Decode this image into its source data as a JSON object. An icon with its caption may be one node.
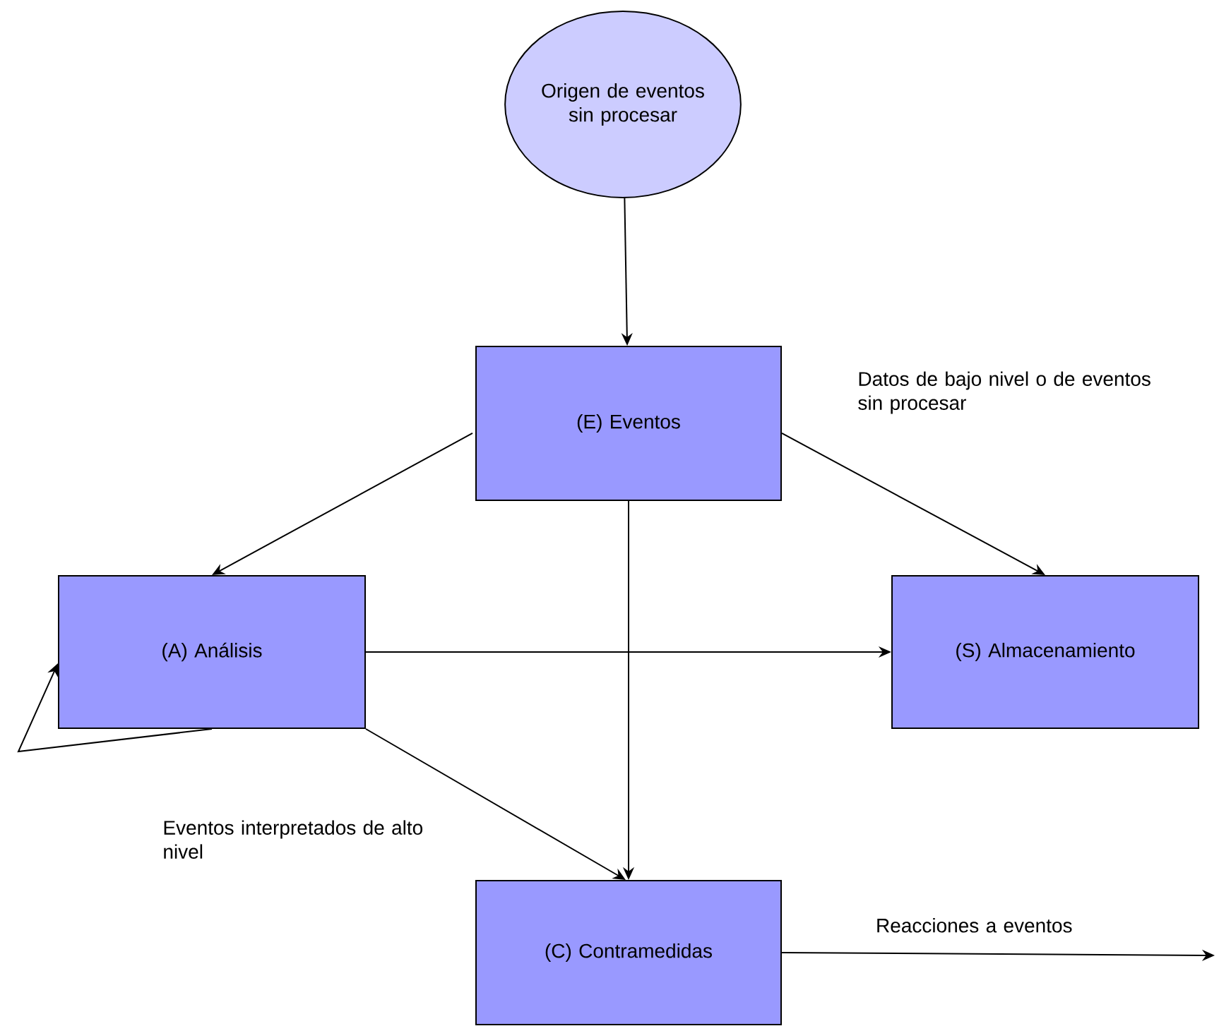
{
  "diagram": {
    "nodes": [
      {
        "text": [
          "Origen de eventos sin procesar"
        ]
      },
      {
        "text": [
          "(E) Eventos"
        ]
      },
      {
        "text": [
          "(A) Análisis"
        ]
      },
      {
        "text": [
          "(S) Almacenamiento"
        ]
      },
      {
        "text": [
          "(C) Contramedidas"
        ]
      }
    ],
    "edges": [
      {
        "from": 0,
        "to": 1,
        "arrow": "to"
      },
      {
        "from": 1,
        "to": 2,
        "arrow": "to"
      },
      {
        "from": 1,
        "to": 3,
        "arrow": "to",
        "label": "Datos de bajo nivel o de eventos sin procesar"
      },
      {
        "from": 1,
        "to": 4,
        "arrow": "to"
      },
      {
        "from": 2,
        "to": 3,
        "arrow": "to"
      },
      {
        "from": 2,
        "to": 2,
        "arrow": "to"
      },
      {
        "from": 2,
        "to": 4,
        "arrow": "to",
        "label": "Eventos interpretados de alto nivel"
      },
      {
        "from": 4,
        "to": null,
        "arrow": "to",
        "label": "Reacciones a eventos"
      }
    ]
  }
}
